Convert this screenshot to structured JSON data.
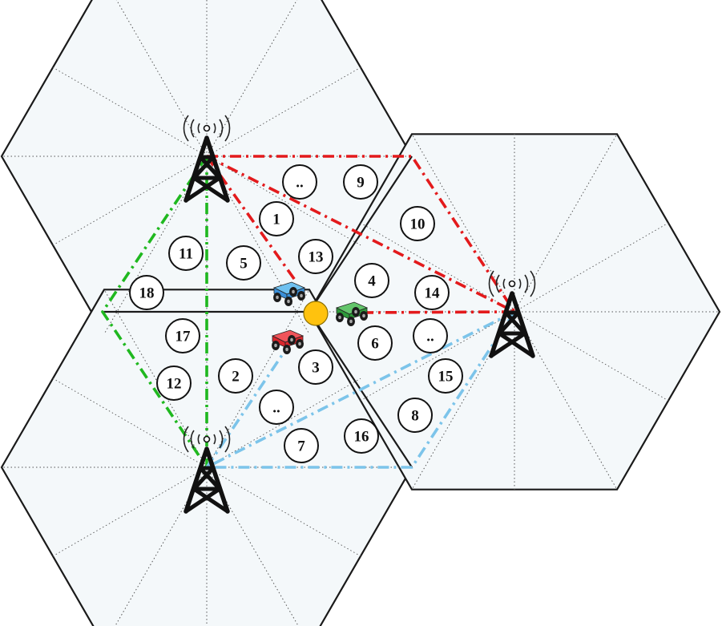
{
  "colors": {
    "red_link": "#e31a1c",
    "green_link": "#1fb81f",
    "blue_link": "#7cc4ea",
    "hub": "#ffc20e",
    "cell_fill": "#f4f8fa"
  },
  "cells": [
    {
      "name": "cell-top-left"
    },
    {
      "name": "cell-bottom-left"
    },
    {
      "name": "cell-right"
    }
  ],
  "towers": [
    {
      "name": "tower-top-left",
      "icon": "cell-tower-icon"
    },
    {
      "name": "tower-bottom-left",
      "icon": "cell-tower-icon"
    },
    {
      "name": "tower-right",
      "icon": "cell-tower-icon"
    }
  ],
  "robots": [
    {
      "name": "robot-blue",
      "icon": "robot-vehicle-icon",
      "body": "#3a8fd8",
      "top": "#6fc1f0"
    },
    {
      "name": "robot-green",
      "icon": "robot-vehicle-icon",
      "body": "#2e9a3a",
      "top": "#63c56b"
    },
    {
      "name": "robot-red",
      "icon": "robot-vehicle-icon",
      "body": "#d9262c",
      "top": "#f0545a"
    }
  ],
  "nodes": [
    {
      "label": ".."
    },
    {
      "label": "9"
    },
    {
      "label": "1"
    },
    {
      "label": "10"
    },
    {
      "label": "11"
    },
    {
      "label": "5"
    },
    {
      "label": "13"
    },
    {
      "label": "4"
    },
    {
      "label": "14"
    },
    {
      "label": "18"
    },
    {
      "label": "17"
    },
    {
      "label": "6"
    },
    {
      "label": ".."
    },
    {
      "label": "3"
    },
    {
      "label": "2"
    },
    {
      "label": "15"
    },
    {
      "label": "12"
    },
    {
      "label": ".."
    },
    {
      "label": "8"
    },
    {
      "label": "16"
    },
    {
      "label": "7"
    }
  ]
}
